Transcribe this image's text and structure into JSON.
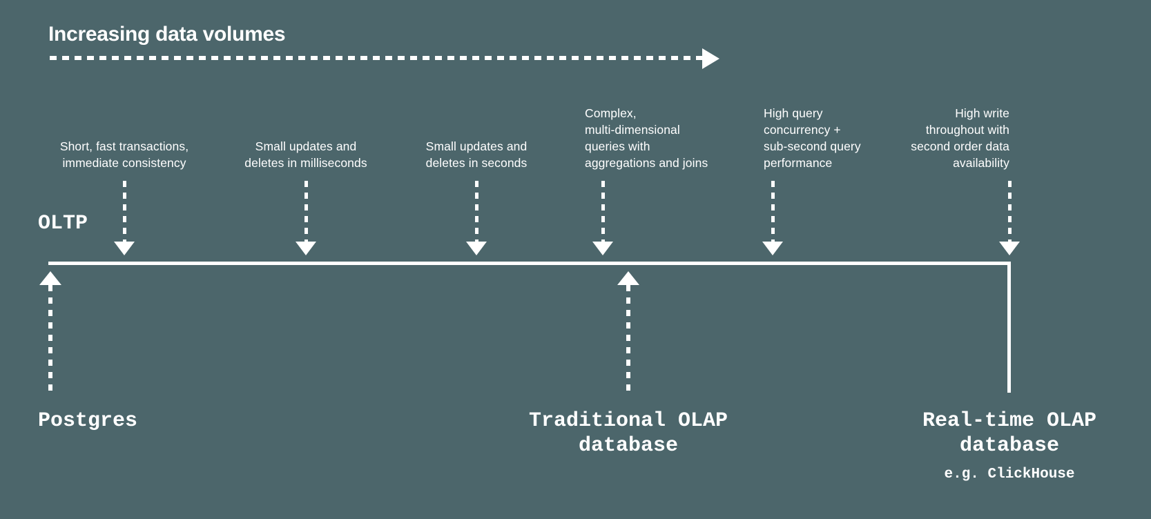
{
  "colors": {
    "background": "#4c666b",
    "foreground": "#ffffff"
  },
  "title": "Increasing data volumes",
  "axis": {
    "label": "OLTP"
  },
  "annotations": [
    {
      "lines": [
        "Short, fast transactions,",
        "immediate consistency"
      ]
    },
    {
      "lines": [
        "Small updates and",
        "deletes in milliseconds"
      ]
    },
    {
      "lines": [
        "Small updates and",
        "deletes in seconds"
      ]
    },
    {
      "lines": [
        "Complex,",
        "multi-dimensional",
        "queries with",
        "aggregations and joins"
      ]
    },
    {
      "lines": [
        "High query",
        "concurrency +",
        "sub-second query",
        "performance"
      ]
    },
    {
      "lines": [
        "High write",
        "throughout with",
        "second order data",
        "availability"
      ]
    }
  ],
  "databases": [
    {
      "lines": [
        "Postgres"
      ]
    },
    {
      "lines": [
        "Traditional OLAP",
        "database"
      ]
    },
    {
      "lines": [
        "Real-time OLAP",
        "database"
      ],
      "note": "e.g. ClickHouse"
    }
  ]
}
